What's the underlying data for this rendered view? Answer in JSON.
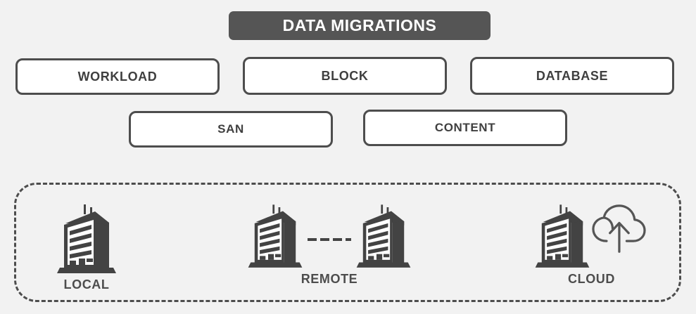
{
  "header": {
    "title": "DATA MIGRATIONS",
    "banner_color": "#555555",
    "text_color": "#ffffff"
  },
  "categories": {
    "row1": [
      {
        "label": "WORKLOAD",
        "name": "workload"
      },
      {
        "label": "BLOCK",
        "name": "block"
      },
      {
        "label": "DATABASE",
        "name": "database"
      }
    ],
    "row2": [
      {
        "label": "SAN",
        "name": "san"
      },
      {
        "label": "CONTENT",
        "name": "content"
      }
    ],
    "box_fill": "#ffffff",
    "box_border": "#4d4d4d",
    "box_text_color": "#3f3f3f"
  },
  "deployment": {
    "container_border": "#4d4d4d",
    "groups": [
      {
        "name": "local",
        "label": "LOCAL",
        "icons": [
          "building-icon"
        ]
      },
      {
        "name": "remote",
        "label": "REMOTE",
        "icons": [
          "building-icon",
          "dashed-link",
          "building-icon"
        ]
      },
      {
        "name": "cloud",
        "label": "CLOUD",
        "icons": [
          "building-icon",
          "cloud-upload-icon"
        ]
      }
    ],
    "label_color": "#4d4d4d",
    "icon_color": "#434343"
  },
  "page": {
    "background": "#f2f2f2"
  }
}
